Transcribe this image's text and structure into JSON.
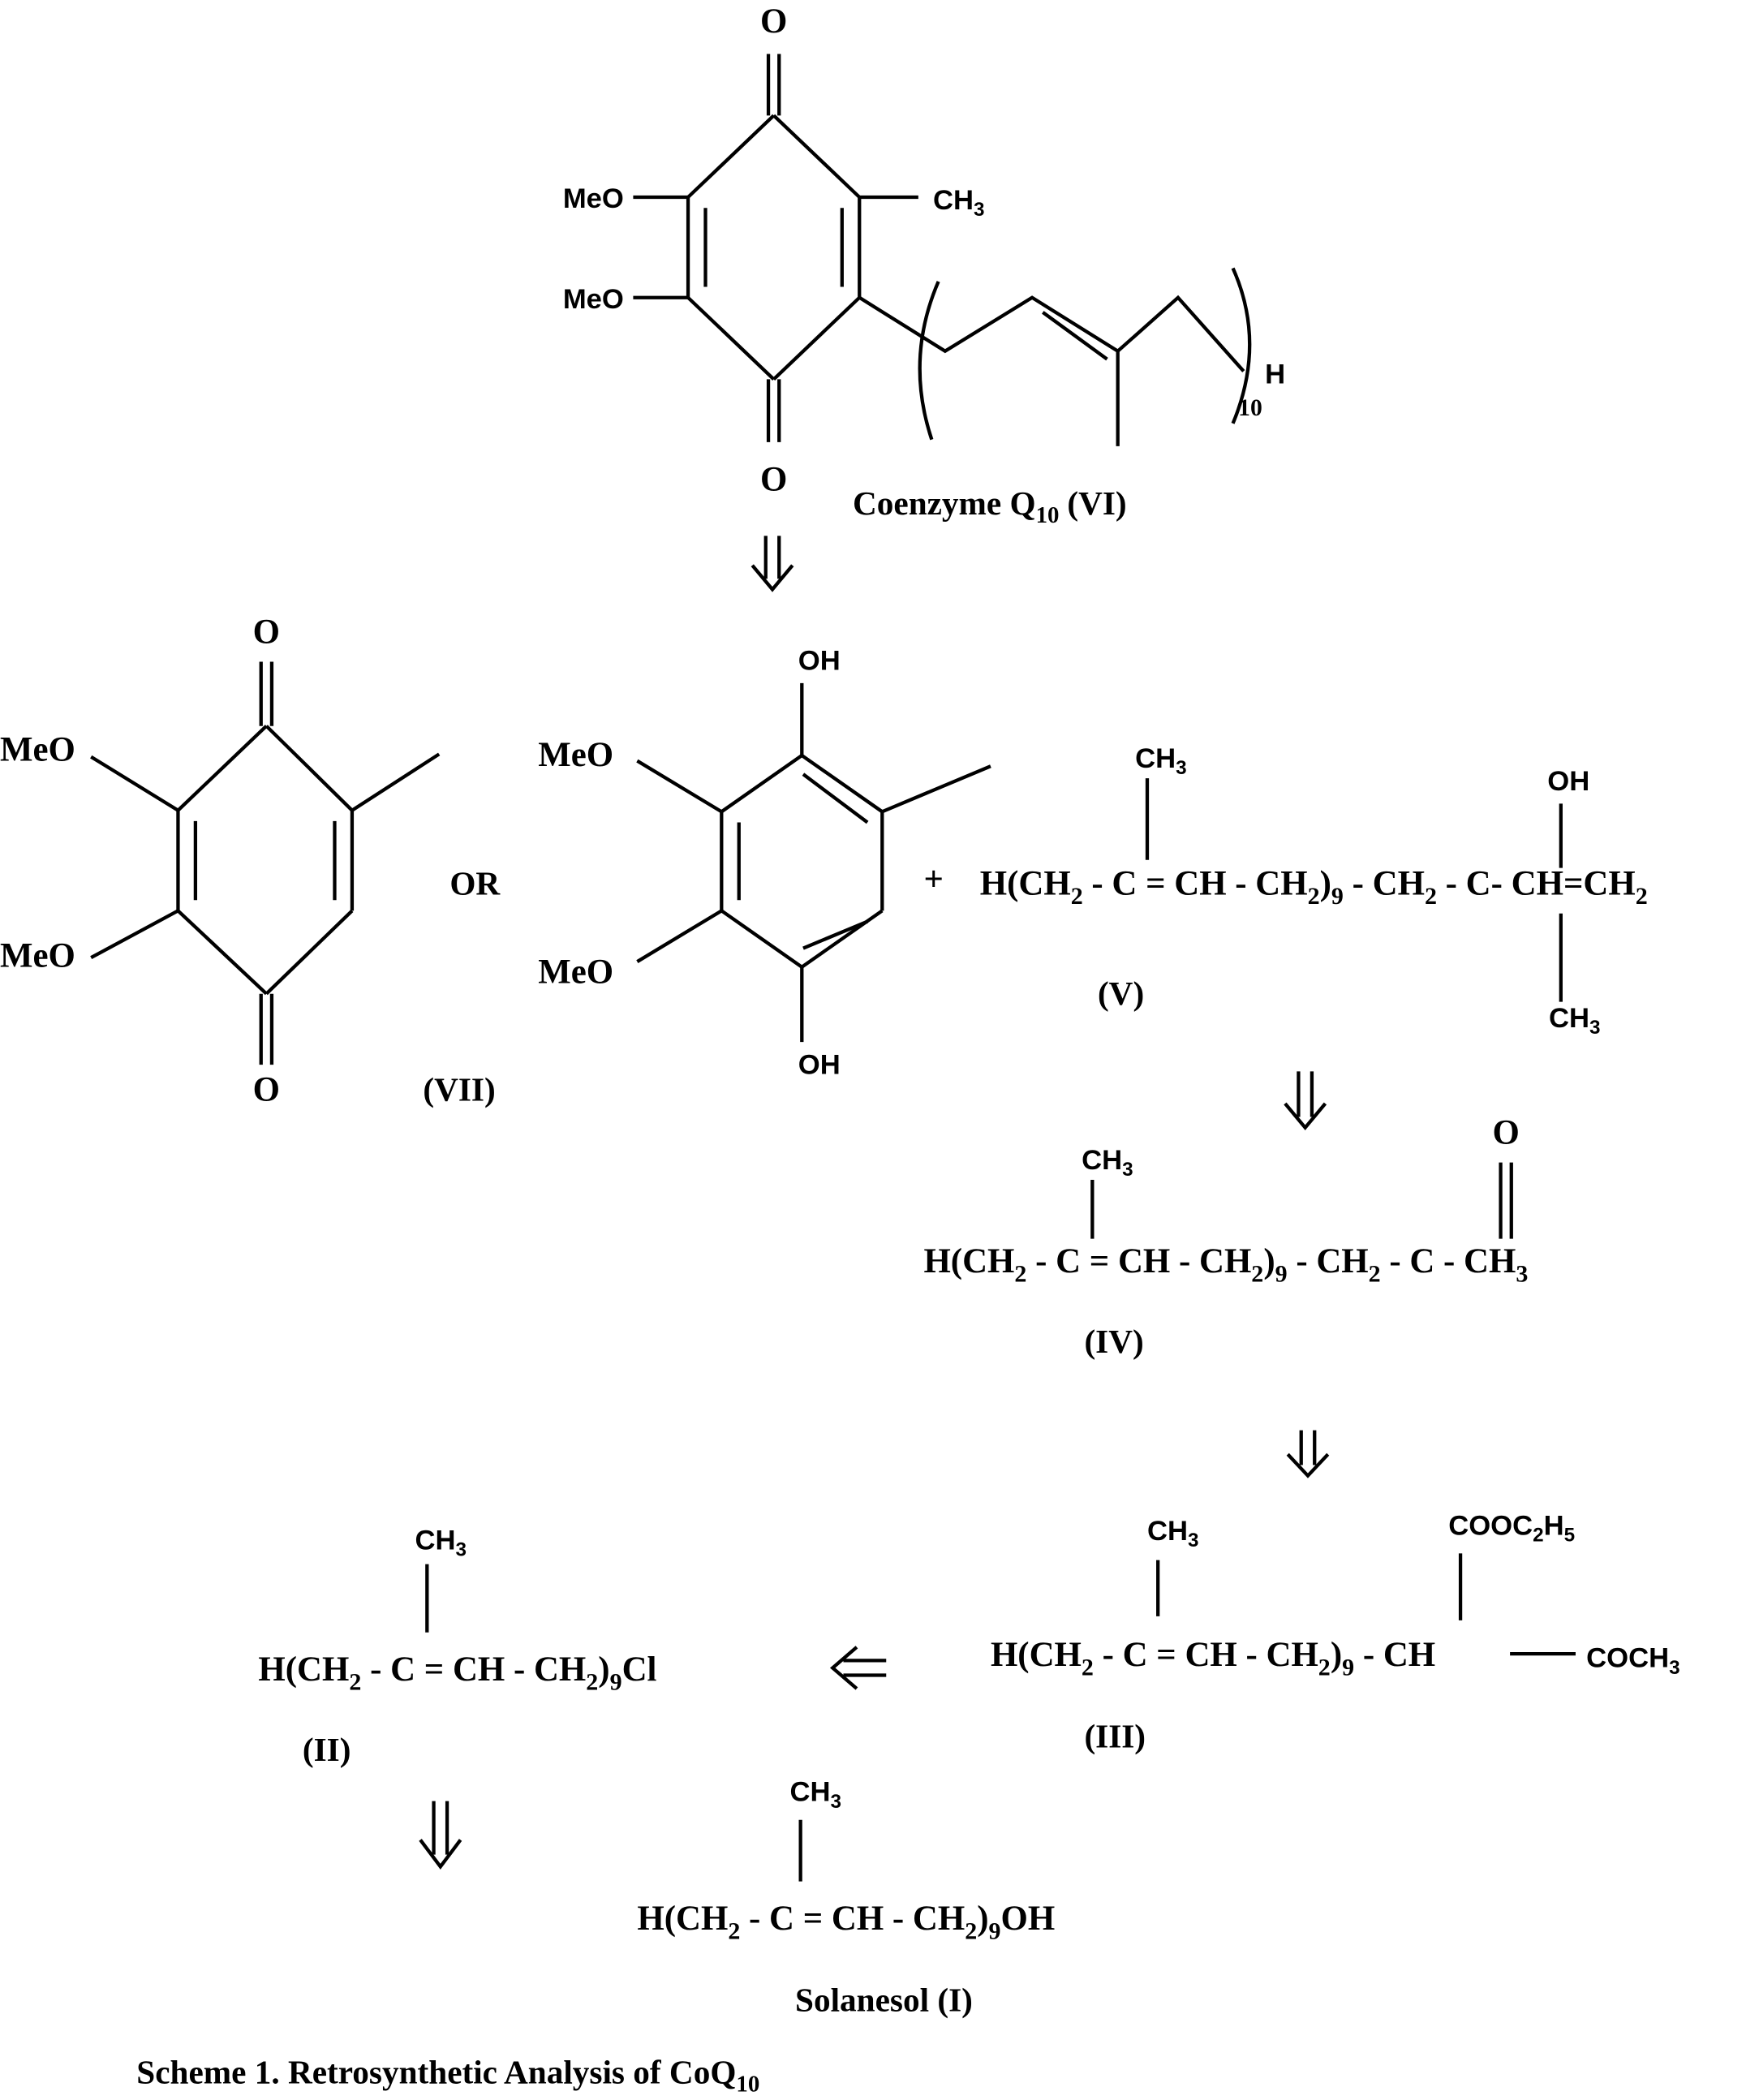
{
  "caption": {
    "text": "Scheme 1. Retrosynthetic Analysis of CoQ",
    "subscript": "10"
  },
  "compounds": {
    "VI": {
      "name": "Coenzyme Q",
      "name_sub": "10",
      "label": "(VI)",
      "groups": {
        "o_top": "O",
        "o_bottom": "O",
        "meo1": "MeO",
        "meo2": "MeO",
        "ch3": "CH",
        "ch3_sub": "3",
        "h_end": "H",
        "repeat": "10"
      }
    },
    "VII": {
      "label": "(VII)",
      "quinone": {
        "o_top": "O",
        "o_bottom": "O",
        "meo1": "MeO",
        "meo2": "MeO"
      },
      "hydroquinone": {
        "oh_top": "OH",
        "oh_bottom": "OH",
        "meo1": "MeO",
        "meo2": "MeO"
      },
      "or": "OR",
      "plus": "+"
    },
    "V": {
      "label": "(V)",
      "formula": [
        "H(CH",
        "2",
        " - C = CH - CH",
        "2",
        ")",
        "9",
        " - CH",
        "2",
        " - C- CH=CH",
        "2"
      ],
      "ch3_top": "CH3",
      "oh_top": "OH",
      "ch3_bottom": "CH3"
    },
    "IV": {
      "label": "(IV)",
      "formula": [
        "H(CH",
        "2",
        " - C = CH - CH",
        "2",
        ")",
        "9",
        " - CH",
        "2",
        " - C - CH",
        "3"
      ],
      "ch3_top": "CH3",
      "o_top": "O"
    },
    "III": {
      "label": "(III)",
      "formula": [
        "H(CH",
        "2",
        " - C = CH - CH",
        "2",
        ")",
        "9",
        " - CH"
      ],
      "ch3_top": "CH3",
      "ester": "COOC2H5",
      "acetyl": "COCH3"
    },
    "II": {
      "label": "(II)",
      "formula": [
        "H(CH",
        "2",
        " - C = CH - CH",
        "2",
        ")",
        "9",
        "Cl"
      ],
      "ch3_top": "CH3"
    },
    "I": {
      "name": "Solanesol (I)",
      "formula": [
        "H(CH",
        "2",
        " - C = CH - CH",
        "2",
        ")",
        "9",
        "OH"
      ],
      "ch3_top": "CH3"
    }
  },
  "arrows": [
    {
      "from": "VI",
      "to": "VII+V",
      "direction": "down"
    },
    {
      "from": "V",
      "to": "IV",
      "direction": "down"
    },
    {
      "from": "IV",
      "to": "III",
      "direction": "down"
    },
    {
      "from": "III",
      "to": "II",
      "direction": "left"
    },
    {
      "from": "II",
      "to": "I",
      "direction": "down"
    }
  ]
}
